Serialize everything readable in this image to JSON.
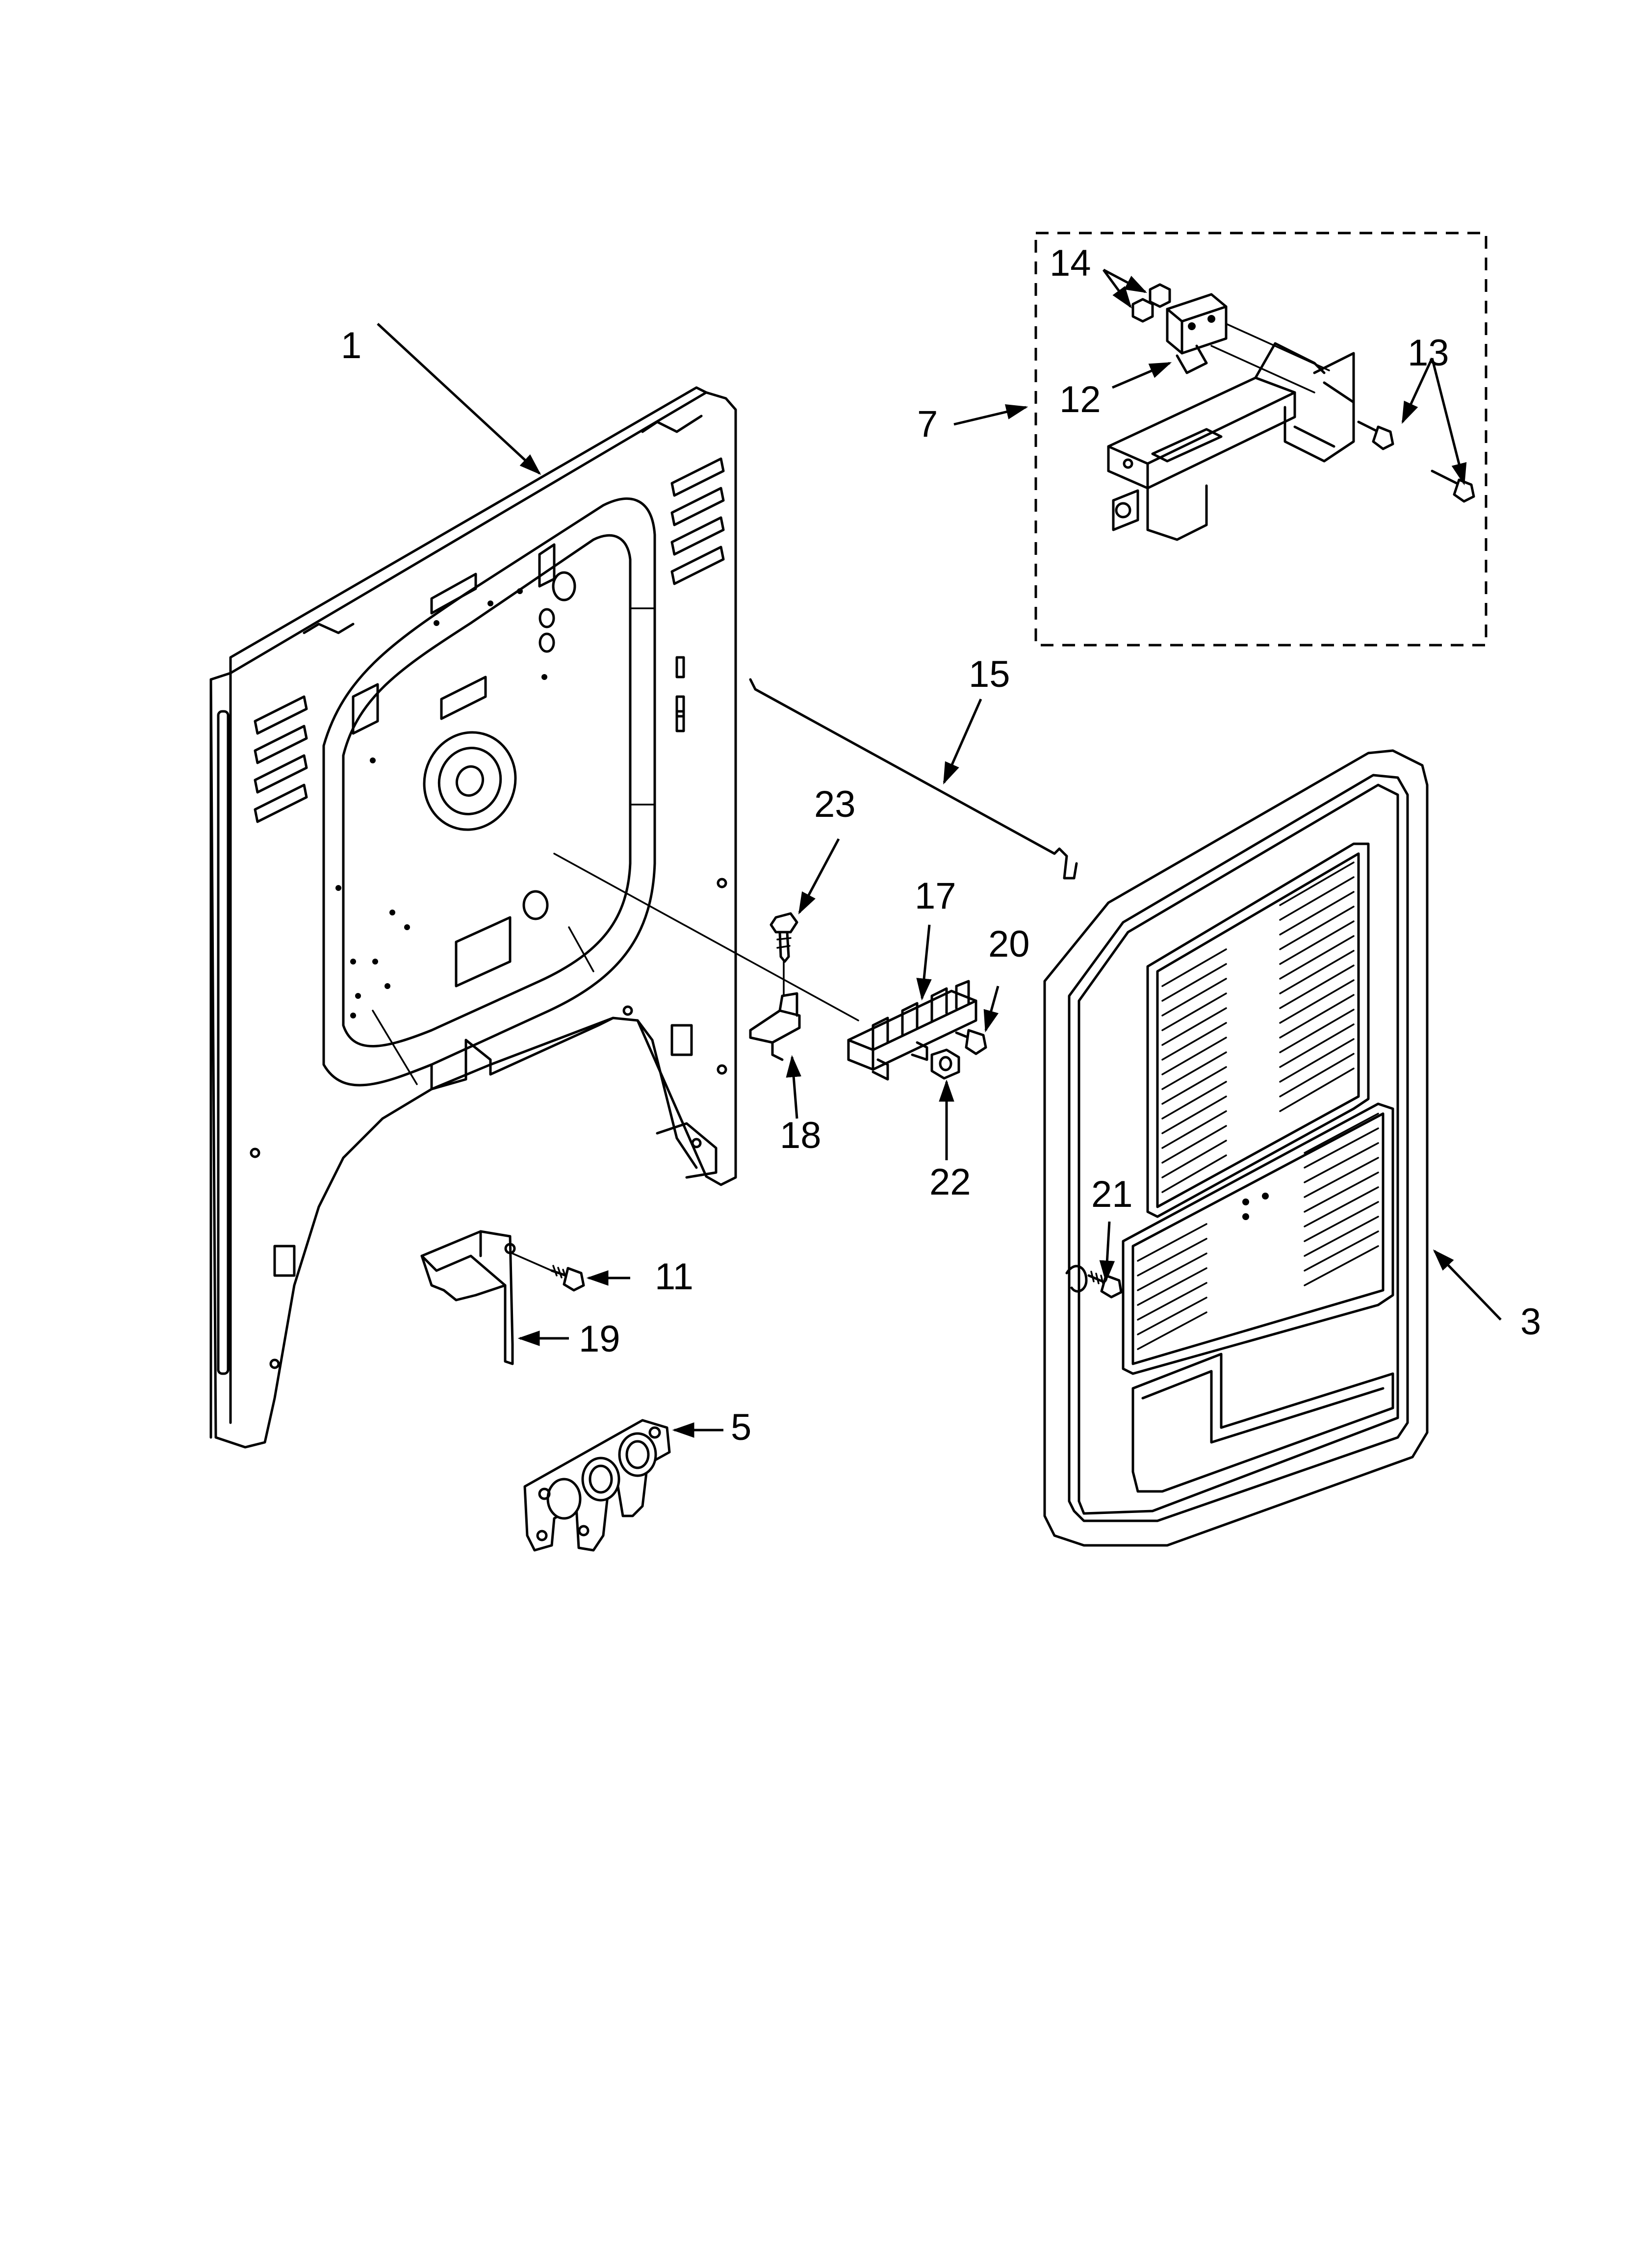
{
  "callouts": {
    "c1": "1",
    "c3": "3",
    "c5": "5",
    "c7": "7",
    "c11": "11",
    "c12": "12",
    "c13": "13",
    "c14": "14",
    "c15": "15",
    "c17": "17",
    "c18": "18",
    "c19": "19",
    "c20": "20",
    "c21": "21",
    "c22": "22",
    "c23": "23"
  },
  "colors": {
    "line": "#000000",
    "background": "#ffffff"
  }
}
